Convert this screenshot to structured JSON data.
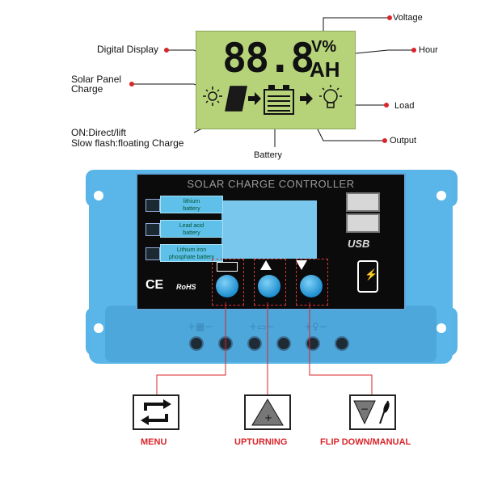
{
  "callouts": {
    "voltage": "Voltage",
    "hour": "Hour",
    "load": "Load",
    "output": "Output",
    "battery": "Battery",
    "digital_display": "Digital Display",
    "solar_panel_line1": "Solar Panel",
    "solar_panel_line2": "Charge",
    "on_line1": "ON:Direct/lift",
    "on_line2": "Slow flash:floating Charge"
  },
  "lcd": {
    "digits": "88.8",
    "unit_top": "V%",
    "unit_bottom": "AH"
  },
  "controller": {
    "title": "SOLAR CHARGE CONTROLLER",
    "battery_types": [
      {
        "line1": "lithium",
        "line2": "battery"
      },
      {
        "line1": "Lead acid",
        "line2": "battery"
      },
      {
        "line1": "Lithium iron",
        "line2": "phosphate battery"
      }
    ],
    "ce_mark": "CE",
    "rohs_mark": "RoHS",
    "usb_label": "USB"
  },
  "buttons": {
    "menu": "MENU",
    "up": "UPTURNING",
    "down": "FLIP DOWN/MANUAL"
  },
  "colors": {
    "lcd_green": "#b6d37a",
    "casing_blue": "#59b3e6",
    "callout_red": "#d9252a"
  }
}
